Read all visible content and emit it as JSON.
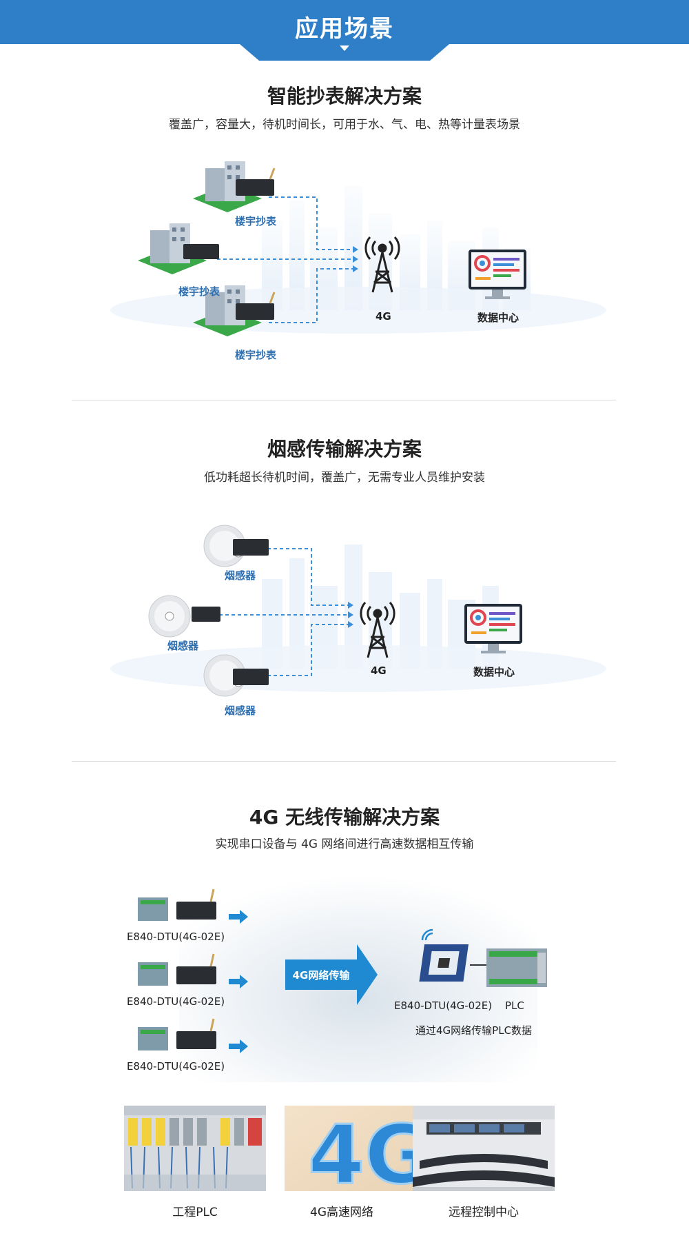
{
  "header": {
    "title": "应用场景"
  },
  "section1": {
    "title": "智能抄表解决方案",
    "subtitle": "覆盖广，容量大，待机时间长，可用于水、气、电、热等计量表场景",
    "node_labels": [
      "楼宇抄表",
      "楼宇抄表",
      "楼宇抄表"
    ],
    "tower_label": "4G",
    "center_label": "数据中心"
  },
  "section2": {
    "title": "烟感传输解决方案",
    "subtitle": "低功耗超长待机时间，覆盖广，无需专业人员维护安装",
    "node_labels": [
      "烟感器",
      "烟感器",
      "烟感器"
    ],
    "tower_label": "4G",
    "center_label": "数据中心"
  },
  "section3": {
    "title": "4G 无线传输解决方案",
    "subtitle": "实现串口设备与 4G 网络间进行高速数据相互传输",
    "dtu_labels": [
      "E840-DTU(4G-02E)",
      "E840-DTU(4G-02E)",
      "E840-DTU(4G-02E)"
    ],
    "arrow_label": "4G网络传输",
    "right_dtu_label": "E840-DTU(4G-02E)",
    "plc_label": "PLC",
    "right_caption": "通过4G网络传输PLC数据"
  },
  "gallery": {
    "items": [
      {
        "caption": "工程PLC"
      },
      {
        "caption": "4G高速网络"
      },
      {
        "caption": "远程控制中心"
      }
    ]
  },
  "colors": {
    "brand": "#2f7fc8",
    "link_line": "#3a8fd8",
    "label_blue": "#2f6fb0"
  }
}
